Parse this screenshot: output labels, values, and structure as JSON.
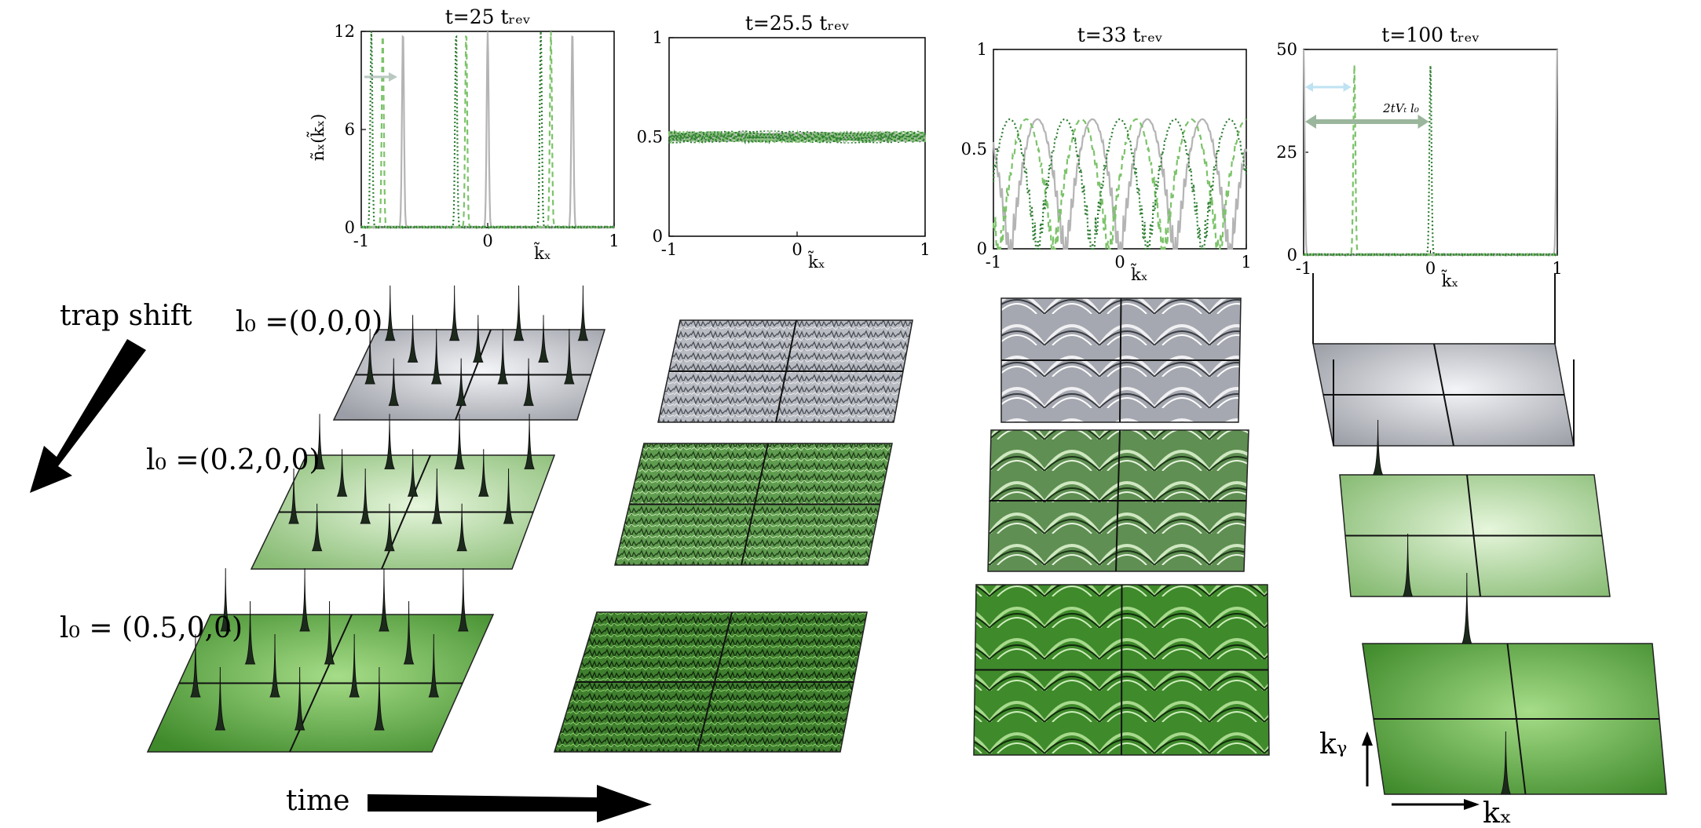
{
  "figure": {
    "ylabel": "ñₓ(k̃ₓ)",
    "xlabel": "k̃ₓ",
    "row_labels": [
      "l₀ =(0,0,0)",
      "l₀ =(0.2,0,0)",
      "l₀ = (0.5,0,0)"
    ],
    "trap_shift_label": "trap shift",
    "time_label": "time",
    "ky_label": "kᵧ",
    "kx_label": "kₓ",
    "annotation": "2tVₜ l₀",
    "colors": {
      "gray": "#b4b4b4",
      "light_green": "#7cc36a",
      "dark_green": "#2e7d32",
      "surface_gray": "#c9cbd0",
      "surface_light_green": "#b6dca4",
      "surface_green": "#59a640"
    }
  },
  "chart_data": [
    {
      "type": "line",
      "title": "t=25 tᵣₑᵥ",
      "xlim": [
        -1,
        1
      ],
      "ylim": [
        0,
        12
      ],
      "xticks": [
        "-1",
        "0",
        "1"
      ],
      "yticks": [
        "0",
        "6",
        "12"
      ],
      "series": [
        {
          "style": "solid-gray",
          "peaks": [
            -0.67,
            0.0,
            0.67
          ],
          "peak_height": 12
        },
        {
          "style": "dashed-lightgreen",
          "peaks": [
            -0.83,
            -0.17,
            0.5
          ],
          "peak_height": 12
        },
        {
          "style": "dotted-darkgreen",
          "peaks": [
            -0.92,
            -0.25,
            0.42
          ],
          "peak_height": 12
        }
      ]
    },
    {
      "type": "line",
      "title": "t=25.5 tᵣₑᵥ",
      "xlim": [
        -1,
        1
      ],
      "ylim": [
        0,
        1
      ],
      "xticks": [
        "-1",
        "0",
        "1"
      ],
      "yticks": [
        "0",
        "0.5",
        "1"
      ],
      "series": [
        {
          "style": "solid-gray",
          "level": 0.5
        },
        {
          "style": "dashed-lightgreen",
          "level": 0.5
        },
        {
          "style": "dotted-darkgreen",
          "level": 0.5
        }
      ]
    },
    {
      "type": "line",
      "title": "t=33 tᵣₑᵥ",
      "xlim": [
        -1,
        1
      ],
      "ylim": [
        0,
        1
      ],
      "xticks": [
        "-1",
        "0",
        "1"
      ],
      "yticks": [
        "0",
        "0.5",
        "1"
      ],
      "series": [
        {
          "style": "solid-gray",
          "phase": 0.0,
          "amplitude": 0.6
        },
        {
          "style": "dashed-lightgreen",
          "phase": 0.2,
          "amplitude": 0.6
        },
        {
          "style": "dotted-darkgreen",
          "phase": 0.5,
          "amplitude": 0.6
        }
      ]
    },
    {
      "type": "line",
      "title": "t=100 tᵣₑᵥ",
      "xlim": [
        -1,
        1
      ],
      "ylim": [
        0,
        50
      ],
      "xticks": [
        "-1",
        "0",
        "1"
      ],
      "yticks": [
        "0",
        "25",
        "50"
      ],
      "series": [
        {
          "style": "solid-gray",
          "peaks": [
            -1.0,
            1.0
          ],
          "peak_height": 50
        },
        {
          "style": "dashed-lightgreen",
          "peaks": [
            -0.6
          ],
          "peak_height": 46
        },
        {
          "style": "dotted-darkgreen",
          "peaks": [
            0.0
          ],
          "peak_height": 46
        }
      ]
    }
  ]
}
